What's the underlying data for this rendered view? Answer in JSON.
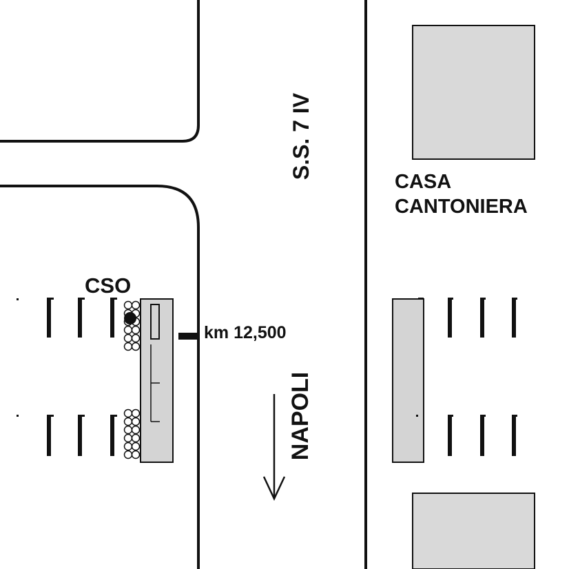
{
  "labels": {
    "road_name": "S.S. 7 IV",
    "building_name_line1": "CASA",
    "building_name_line2": "CANTONIERA",
    "stop_code": "CSO",
    "kilometer": "km 12,500",
    "direction": "NAPOLI"
  },
  "colors": {
    "background": "#ffffff",
    "line": "#111111",
    "building_fill": "#d9d9d9",
    "platform_fill": "#d4d4d4"
  }
}
